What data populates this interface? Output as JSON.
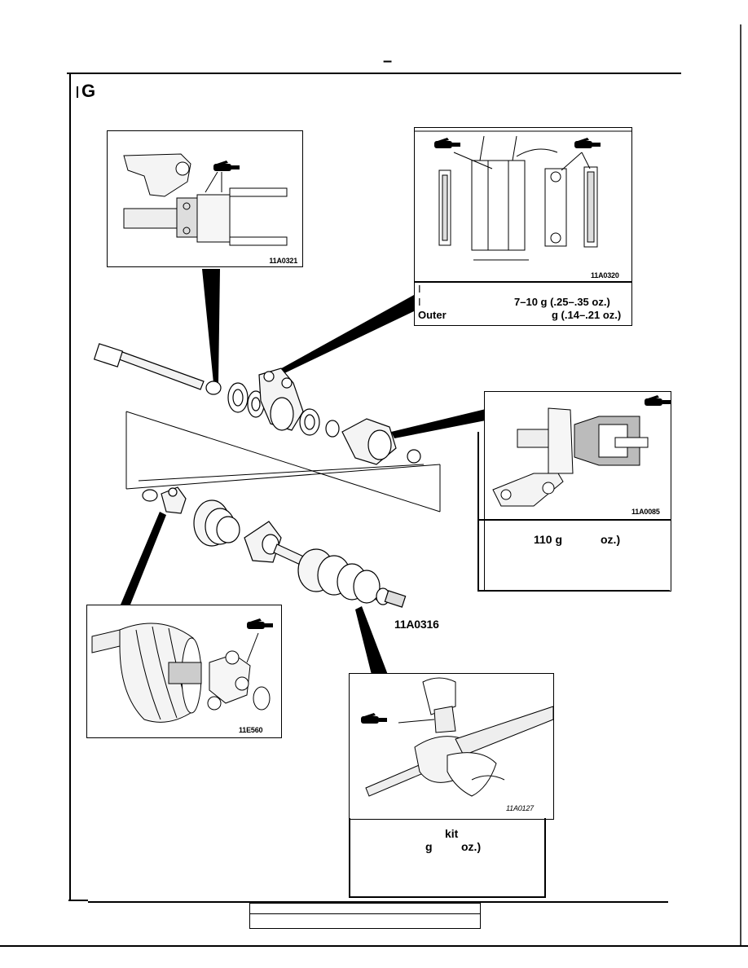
{
  "header": {
    "dash": "–"
  },
  "section": {
    "letter": "G"
  },
  "figures": {
    "top_left": {
      "code": "11A0321"
    },
    "top_right": {
      "code": "11A0320",
      "caption": {
        "line1_prefix": "I",
        "line2_prefix": "I",
        "line2_value": "7–10 g (.25–.35 oz.)",
        "line3_label": "Outer",
        "line3_value": "g (.14–.21 oz.)"
      }
    },
    "mid_right": {
      "code": "11A0085",
      "caption": {
        "amount": "110 g",
        "unit": "oz.)"
      }
    },
    "exploded": {
      "code": "11A0316"
    },
    "bottom_left": {
      "code": "11E560"
    },
    "bottom_mid": {
      "code": "11A0127",
      "caption": {
        "word": "kit",
        "unit_g": "g",
        "unit_oz": "oz.)"
      }
    }
  },
  "icons": {
    "grease": "grease-gun-icon"
  }
}
